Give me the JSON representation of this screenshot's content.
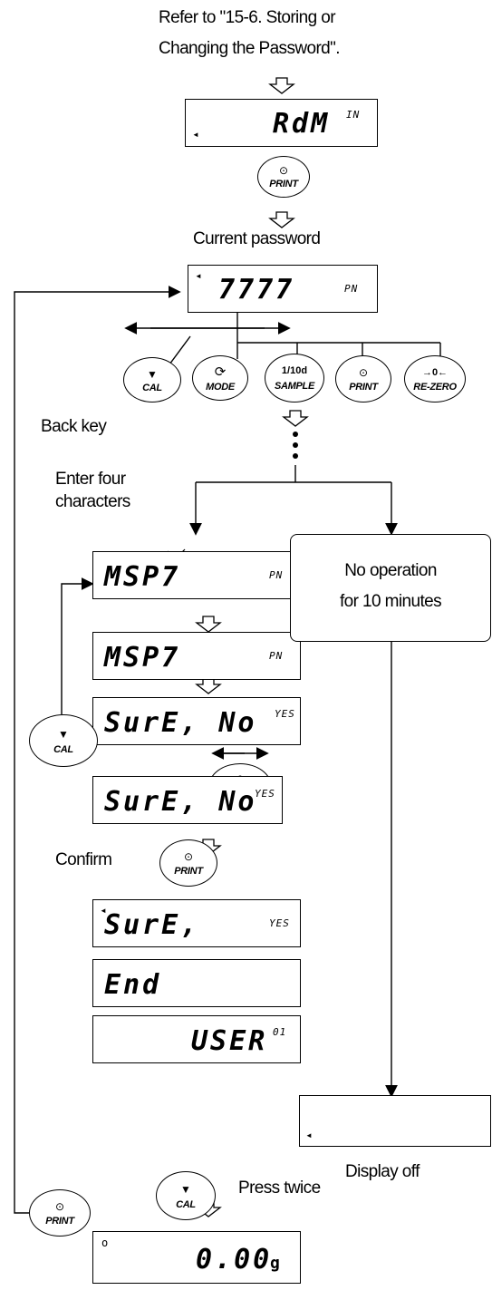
{
  "intro": {
    "line1": "Refer to \"15-6. Storing or",
    "line2": "Changing the Password\"."
  },
  "displays": {
    "admin": {
      "main": "RdM",
      "sub": "IN"
    },
    "current": {
      "main": "7777",
      "sub": "PN"
    },
    "entry1": {
      "main": "MSP7",
      "sub": "PN"
    },
    "entry2": {
      "main": "MSP7",
      "sub": "PN"
    },
    "sure_no": {
      "main": "SurE, No",
      "sub": "YES"
    },
    "sure_yes": {
      "main": "SurE, No",
      "sub": "YES"
    },
    "sure": {
      "main": "SurE,",
      "sub": "YES"
    },
    "end": {
      "main": "End"
    },
    "user": {
      "main": "USER",
      "sub": "01"
    },
    "weight": {
      "main": "0.00",
      "unit": "g",
      "indicator": "o"
    }
  },
  "labels": {
    "current_password": "Current password",
    "back_key": "Back key",
    "enter_four_line1": "Enter four",
    "enter_four_line2": "characters",
    "no_op_line1": "No operation",
    "no_op_line2": "for 10 minutes",
    "display_off": "Display off",
    "confirm": "Confirm",
    "press_twice": "Press twice"
  },
  "keys": {
    "cal": "CAL",
    "mode": "MODE",
    "sample_top": "1/10d",
    "sample": "SAMPLE",
    "print": "PRINT",
    "rezero_top": "→0←",
    "rezero": "RE-ZERO"
  },
  "icons": {
    "print": "print-circle-dot-icon",
    "cal": "down-triangle-icon",
    "mode": "cycle-arrows-icon",
    "flow": "hollow-down-arrow-icon"
  }
}
